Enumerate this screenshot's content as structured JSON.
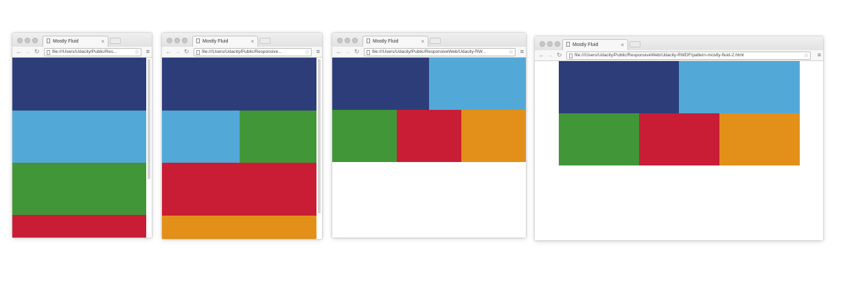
{
  "colors": {
    "dark_blue": "#2c3d79",
    "light_blue": "#52a9d8",
    "green": "#419737",
    "red": "#c91d35",
    "orange": "#e29019"
  },
  "icons": {
    "back": "←",
    "forward": "→",
    "reload": "↻",
    "star": "☆",
    "menu": "≡",
    "close": "×"
  },
  "windows": [
    {
      "tab_title": "Mostly Fluid",
      "url": "file:///Users/Udacity/Public/Res..."
    },
    {
      "tab_title": "Mostly Fluid",
      "url": "file:///Users/Udacity/Public/Responsive..."
    },
    {
      "tab_title": "Mostly Fluid",
      "url": "file:///Users/Udacity/Public/ResponsiveWeb/Udacity-RW..."
    },
    {
      "tab_title": "Mostly Fluid",
      "url": "file:///Users/Udacity/Public/ResponsiveWeb/Udacity-RWDF/pattern-mostly-fluid-2.html"
    }
  ]
}
